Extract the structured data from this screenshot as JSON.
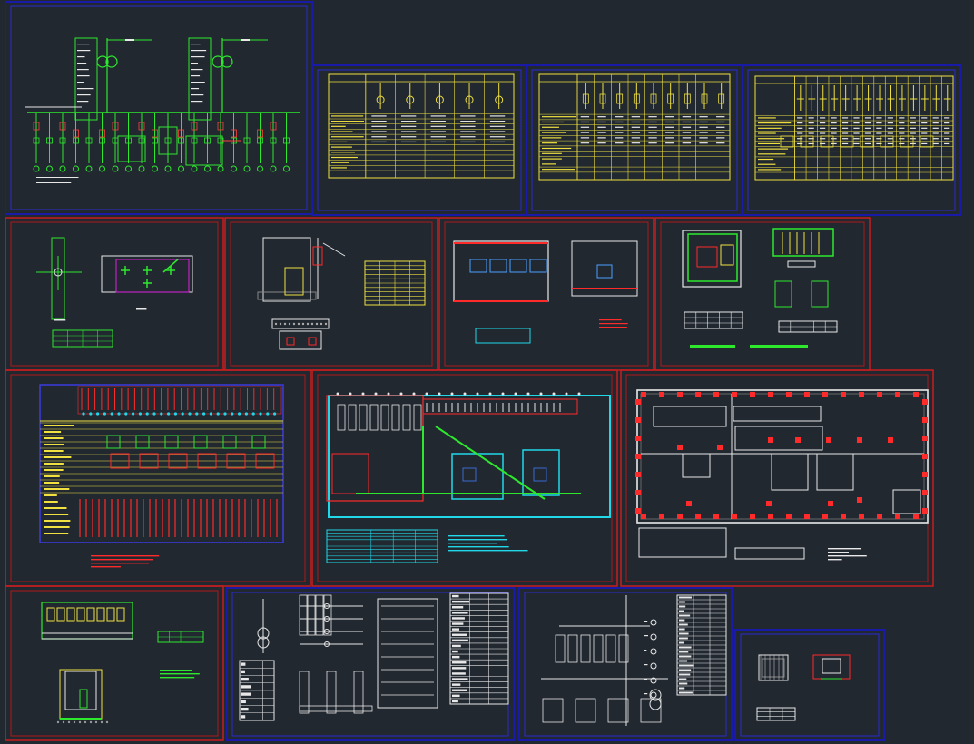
{
  "viewer": {
    "background": "#212830"
  },
  "colors": {
    "frame_red": "#c81e1e",
    "frame_blue": "#1a1aa8",
    "line_green": "#2ee82e",
    "line_yellow": "#f0e040",
    "line_cyan": "#20d8e8",
    "line_white": "#e8e8e8",
    "line_red": "#ff2a2a",
    "line_magenta": "#e020e0"
  },
  "sheets": [
    {
      "name": "single-line-diagram-sheet",
      "frame": "blue"
    },
    {
      "name": "panel-schedule-sheet-1",
      "frame": "blue"
    },
    {
      "name": "panel-schedule-sheet-2",
      "frame": "blue"
    },
    {
      "name": "panel-schedule-sheet-3",
      "frame": "blue"
    },
    {
      "name": "grounding-detail-sheet",
      "frame": "red"
    },
    {
      "name": "cable-trench-section-sheet",
      "frame": "red"
    },
    {
      "name": "switchgear-room-elevation-sheet",
      "frame": "red"
    },
    {
      "name": "transformer-room-plan-sheet",
      "frame": "red"
    },
    {
      "name": "lv-panel-schedule-sheet",
      "frame": "red"
    },
    {
      "name": "cable-routing-plan-sheet",
      "frame": "red"
    },
    {
      "name": "building-grounding-plan-sheet",
      "frame": "red"
    },
    {
      "name": "cabinet-elevation-sheet",
      "frame": "red"
    },
    {
      "name": "control-schematic-sheet",
      "frame": "blue"
    },
    {
      "name": "secondary-wiring-sheet",
      "frame": "blue"
    },
    {
      "name": "foundation-detail-sheet",
      "frame": "blue"
    }
  ]
}
